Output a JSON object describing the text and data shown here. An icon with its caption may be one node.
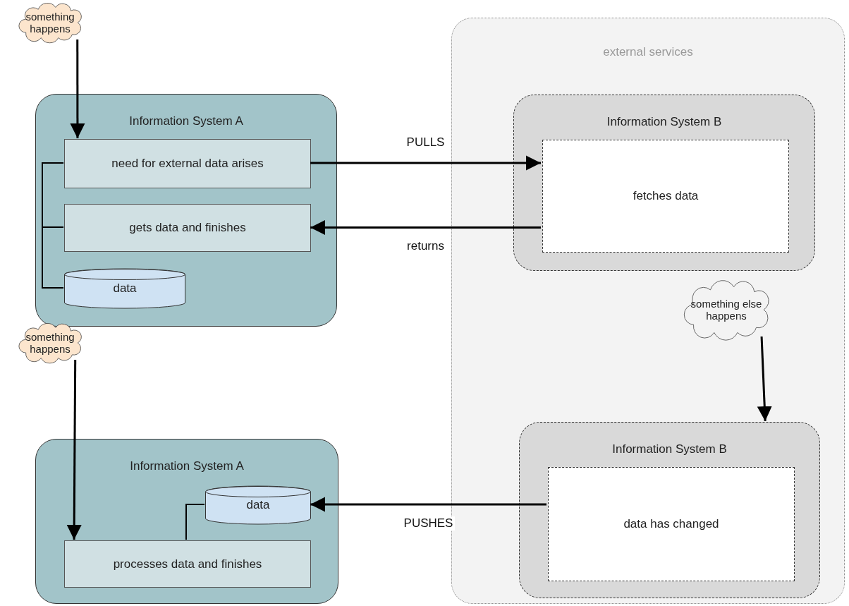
{
  "diagram": {
    "nodes": [
      {
        "text": [
          "something happens"
        ]
      },
      {
        "text": [
          "Information System A"
        ]
      },
      {
        "text": [
          "need for external data arises"
        ],
        "in": 1
      },
      {
        "text": [
          "gets data and finishes"
        ],
        "in": 1
      },
      {
        "text": [
          "data"
        ],
        "in": 1
      },
      {
        "text": [
          "external services"
        ]
      },
      {
        "text": [
          "Information System B"
        ],
        "in": 5
      },
      {
        "text": [
          "fetches data"
        ],
        "in": 6
      },
      {
        "text": [
          "something else happens"
        ],
        "in": 5
      },
      {
        "text": [
          "Information System B"
        ],
        "in": 5
      },
      {
        "text": [
          "data has changed"
        ],
        "in": 9
      },
      {
        "text": [
          "something happens"
        ]
      },
      {
        "text": [
          "Information System A"
        ]
      },
      {
        "text": [
          "data"
        ],
        "in": 12
      },
      {
        "text": [
          "processes data and finishes"
        ],
        "in": 12
      }
    ],
    "edges": [
      {
        "from": 0,
        "to": 2,
        "arrow": "to"
      },
      {
        "from": 2,
        "to": 7,
        "arrow": "to",
        "label": "PULLS"
      },
      {
        "from": 7,
        "to": 3,
        "arrow": "to",
        "label": "returns"
      },
      {
        "from": 4,
        "to": 2,
        "arrow": "none"
      },
      {
        "from": 4,
        "to": 3,
        "arrow": "none"
      },
      {
        "from": 8,
        "to": 9,
        "arrow": "to"
      },
      {
        "from": 10,
        "to": 13,
        "arrow": "to",
        "label": "PUSHES"
      },
      {
        "from": 11,
        "to": 14,
        "arrow": "to"
      },
      {
        "from": 13,
        "to": 14,
        "arrow": "none"
      }
    ]
  }
}
